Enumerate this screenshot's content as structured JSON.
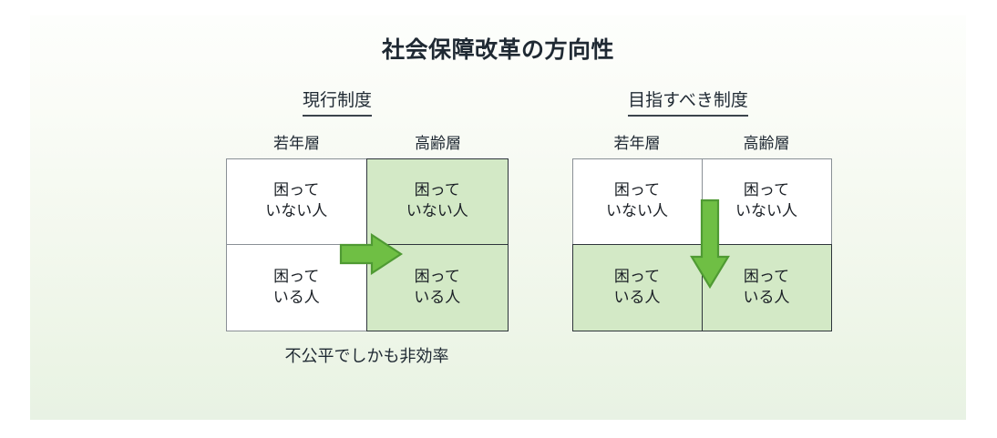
{
  "slide": {
    "title": "社会保障改革の方向性",
    "background_top_color": "#fdfefc",
    "background_bottom_color": "#e8f2e4"
  },
  "colors": {
    "title_text": "#1f2933",
    "body_text": "#1b2026",
    "cell_highlight": "#d3e9c6",
    "cell_plain": "#ffffff",
    "border_light": "#8a9096",
    "border_strong": "#2e353b",
    "arrow_fill": "#6fbf44",
    "arrow_stroke": "#4f9a33"
  },
  "panels": [
    {
      "id": "current-system",
      "heading": "現行制度",
      "column_headers": [
        "若年層",
        "高齢層"
      ],
      "rows": [
        {
          "id": "not-in-need",
          "cells": [
            {
              "lines": [
                "困って",
                "いない人"
              ],
              "highlighted": false
            },
            {
              "lines": [
                "困って",
                "いない人"
              ],
              "highlighted": true
            }
          ]
        },
        {
          "id": "in-need",
          "cells": [
            {
              "lines": [
                "困って",
                "いる人"
              ],
              "highlighted": false
            },
            {
              "lines": [
                "困って",
                "いる人"
              ],
              "highlighted": true
            }
          ]
        }
      ],
      "arrow": {
        "direction": "right",
        "name": "benefit-flow-arrow-right"
      },
      "caption": "不公平でしかも非効率"
    },
    {
      "id": "target-system",
      "heading": "目指すべき制度",
      "column_headers": [
        "若年層",
        "高齢層"
      ],
      "rows": [
        {
          "id": "not-in-need",
          "cells": [
            {
              "lines": [
                "困って",
                "いない人"
              ],
              "highlighted": false
            },
            {
              "lines": [
                "困って",
                "いない人"
              ],
              "highlighted": false
            }
          ]
        },
        {
          "id": "in-need",
          "cells": [
            {
              "lines": [
                "困って",
                "いる人"
              ],
              "highlighted": true
            },
            {
              "lines": [
                "困って",
                "いる人"
              ],
              "highlighted": true
            }
          ]
        }
      ],
      "arrow": {
        "direction": "down",
        "name": "benefit-flow-arrow-down"
      },
      "caption": ""
    }
  ]
}
